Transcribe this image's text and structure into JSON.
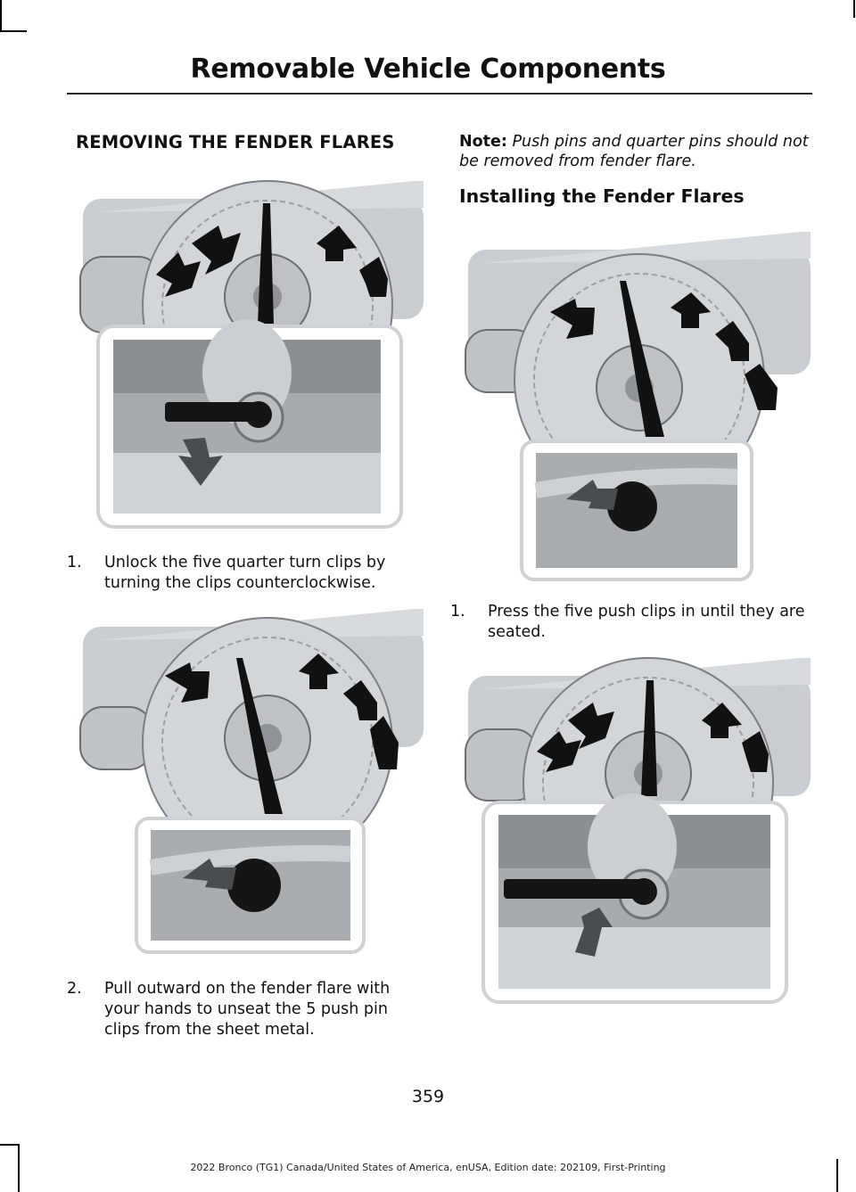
{
  "header": {
    "title": "Removable Vehicle Components"
  },
  "left_column": {
    "heading": "REMOVING THE FENDER FLARES",
    "steps": [
      {
        "number": "1.",
        "text": "Unlock the five quarter turn clips by turning the clips counterclockwise."
      },
      {
        "number": "2.",
        "text": "Pull outward on the fender flare with your hands to unseat the 5 push pin clips from the sheet metal."
      }
    ]
  },
  "right_column": {
    "note_label": "Note:",
    "note_text": "Push pins and quarter pins should not be removed from fender flare.",
    "heading": "Installing the Fender Flares",
    "steps": [
      {
        "number": "1.",
        "text": "Press the five push clips in until they are seated."
      }
    ]
  },
  "figures": [
    {
      "id": "fig-remove-quarter-turn",
      "detail": "quarter-turn-clip"
    },
    {
      "id": "fig-remove-push-pin",
      "detail": "push-pin"
    },
    {
      "id": "fig-install-push-pin",
      "detail": "push-pin"
    },
    {
      "id": "fig-install-quarter-turn",
      "detail": "quarter-turn-clip"
    }
  ],
  "footer": {
    "page_number": "359",
    "edition": "2022 Bronco (TG1) Canada/United States of America, enUSA, Edition date: 202109, First-Printing"
  }
}
